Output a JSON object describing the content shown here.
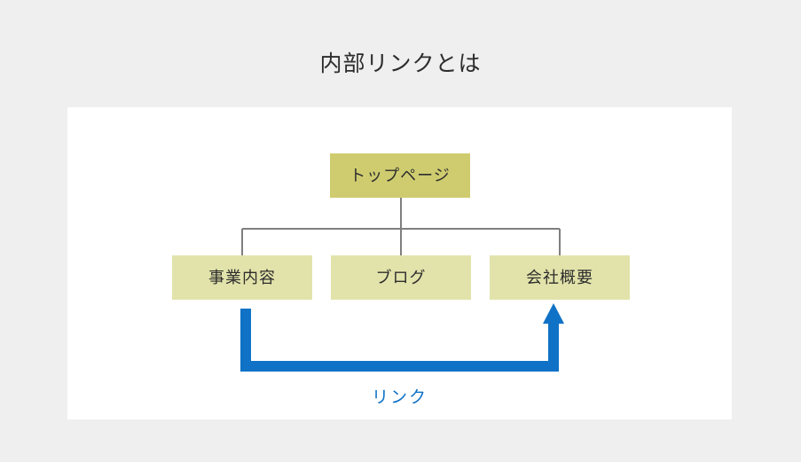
{
  "page": {
    "title": "内部リンクとは",
    "background_color": "#efefef"
  },
  "diagram": {
    "panel_background": "#ffffff",
    "root": {
      "label": "トップページ"
    },
    "children": [
      {
        "label": "事業内容"
      },
      {
        "label": "ブログ"
      },
      {
        "label": "会社概要"
      }
    ],
    "link_label": "リンク",
    "colors": {
      "root_box": "#cfcc70",
      "child_box": "#e2e3aa",
      "connector": "#7f7f7f",
      "link_arrow": "#1072c6",
      "text": "#2d2d2d"
    }
  }
}
